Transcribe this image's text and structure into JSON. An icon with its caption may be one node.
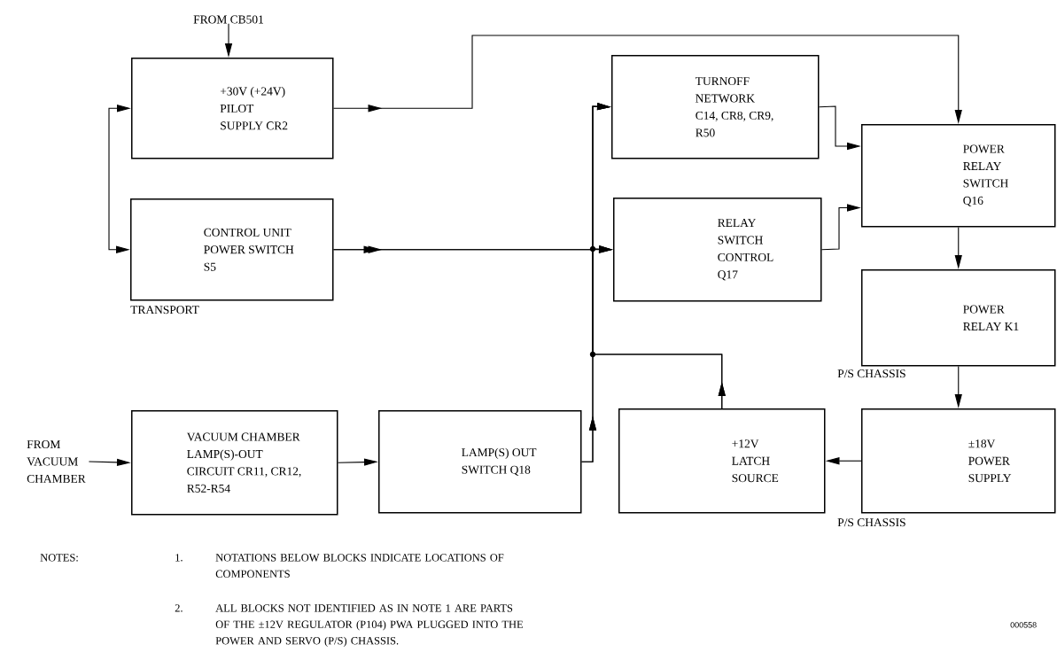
{
  "diagram": {
    "nodes": [
      {
        "text": [
          "FROM CB501"
        ]
      },
      {
        "text": [
          "+30V (+24V) PILOT SUPPLY CR2"
        ]
      },
      {
        "text": [
          "CONTROL UNIT POWER SWITCH S5"
        ],
        "beside": [
          "TRANSPORT"
        ]
      },
      {
        "text": [
          "TURNOFF NETWORK C14, CR8, CR9, R50"
        ]
      },
      {
        "text": [
          "RELAY SWITCH CONTROL Q17"
        ]
      },
      {
        "text": [
          "POWER RELAY SWITCH Q16"
        ]
      },
      {
        "text": [
          "POWER RELAY K1"
        ],
        "beside": [
          "P/S CHASSIS"
        ]
      },
      {
        "text": [
          "FROM VACUUM CHAMBER"
        ]
      },
      {
        "text": [
          "VACUUM CHAMBER LAMP(S)-OUT CIRCUIT CR11, CR12, R52-R54"
        ]
      },
      {
        "text": [
          "LAMP(S) OUT SWITCH Q18"
        ]
      },
      {
        "text": [
          "+12V LATCH SOURCE"
        ]
      },
      {
        "text": [
          "±18V POWER SUPPLY"
        ],
        "beside": [
          "P/S CHASSIS"
        ]
      }
    ],
    "edges": [
      {
        "from": 0,
        "to": 1,
        "arrow": "to"
      },
      {
        "from": 1,
        "to": 2,
        "arrow": "both"
      },
      {
        "from": 1,
        "to": 5,
        "arrow": "to"
      },
      {
        "from": 2,
        "to": 3,
        "arrow": "to"
      },
      {
        "from": 2,
        "to": 4,
        "arrow": "to"
      },
      {
        "from": 9,
        "to": 3,
        "arrow": "to"
      },
      {
        "from": 9,
        "to": 4,
        "arrow": "to"
      },
      {
        "from": 10,
        "to": 3,
        "arrow": "to"
      },
      {
        "from": 10,
        "to": 4,
        "arrow": "to"
      },
      {
        "from": 3,
        "to": 5,
        "arrow": "to"
      },
      {
        "from": 4,
        "to": 5,
        "arrow": "to"
      },
      {
        "from": 5,
        "to": 6,
        "arrow": "to"
      },
      {
        "from": 6,
        "to": 11,
        "arrow": "to"
      },
      {
        "from": 11,
        "to": 10,
        "arrow": "to"
      },
      {
        "from": 8,
        "to": 9,
        "arrow": "to"
      },
      {
        "from": 7,
        "to": 8,
        "arrow": "to"
      }
    ],
    "labels": [
      "NOTES:",
      "1.",
      "NOTATIONS BELOW BLOCKS INDICATE LOCATIONS OF COMPONENTS",
      "2.",
      "ALL BLOCKS NOT IDENTIFIED AS IN NOTE 1 ARE PARTS OF THE ±12V REGULATOR (P104) PWA PLUGGED INTO THE POWER AND SERVO (P/S) CHASSIS.",
      "000558"
    ]
  }
}
